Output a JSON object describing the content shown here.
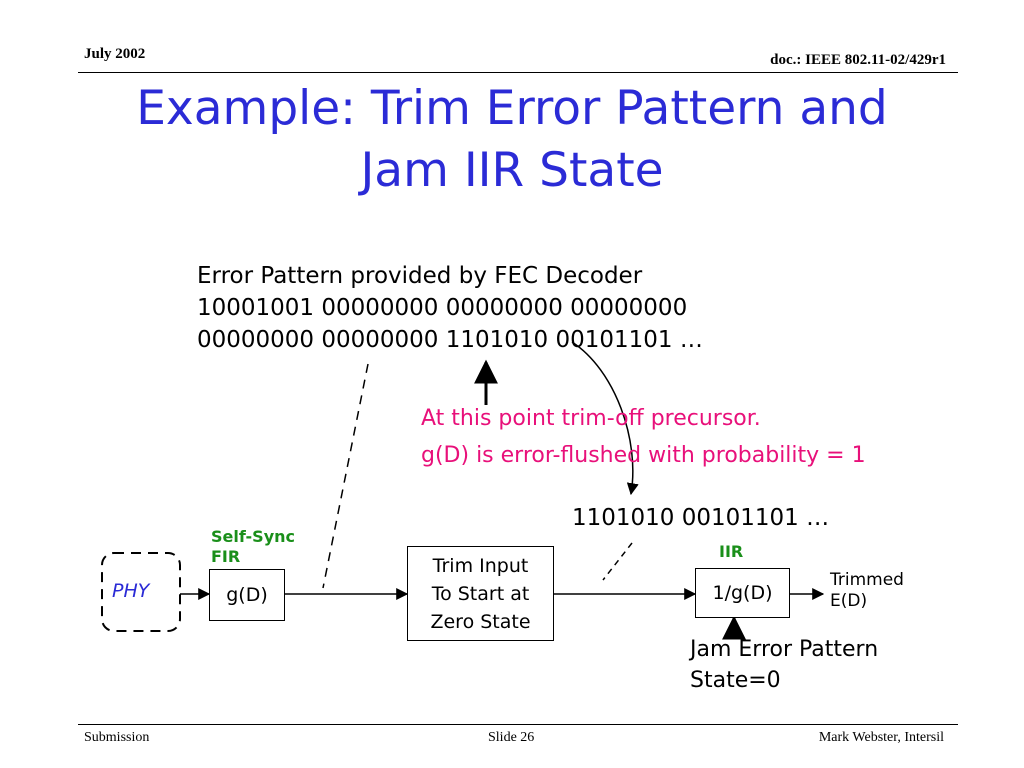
{
  "header": {
    "date": "July 2002",
    "doc": "doc.: IEEE 802.11-02/429r1"
  },
  "title": {
    "line1": "Example:  Trim Error Pattern and",
    "line2": "Jam IIR State"
  },
  "error_block": {
    "line1": "Error Pattern provided by FEC Decoder",
    "line2": "10001001 00000000 00000000 00000000",
    "line3": "00000000 00000000 1101010 00101101 …"
  },
  "note": {
    "line1": "At this point trim-off precursor.",
    "line2": "g(D) is error-flushed with probability = 1"
  },
  "trimmed_bits": "1101010 00101101 …",
  "diagram": {
    "phy": "PHY",
    "selfsync_line1": "Self-Sync",
    "selfsync_line2": "FIR",
    "gd": "g(D)",
    "trim_line1": "Trim Input",
    "trim_line2": "To Start at",
    "trim_line3": "Zero State",
    "iir": "IIR",
    "inv_gd": "1/g(D)",
    "out_line1": "Trimmed",
    "out_line2": "E(D)",
    "jam_line1": "Jam Error Pattern",
    "jam_line2": "State=0"
  },
  "footer": {
    "left": "Submission",
    "center": "Slide 26",
    "right": "Mark Webster, Intersil"
  },
  "colors": {
    "title": "#2b2bd6",
    "note": "#e8107a",
    "label": "#1a8f1a",
    "phy": "#2b2bd6"
  }
}
